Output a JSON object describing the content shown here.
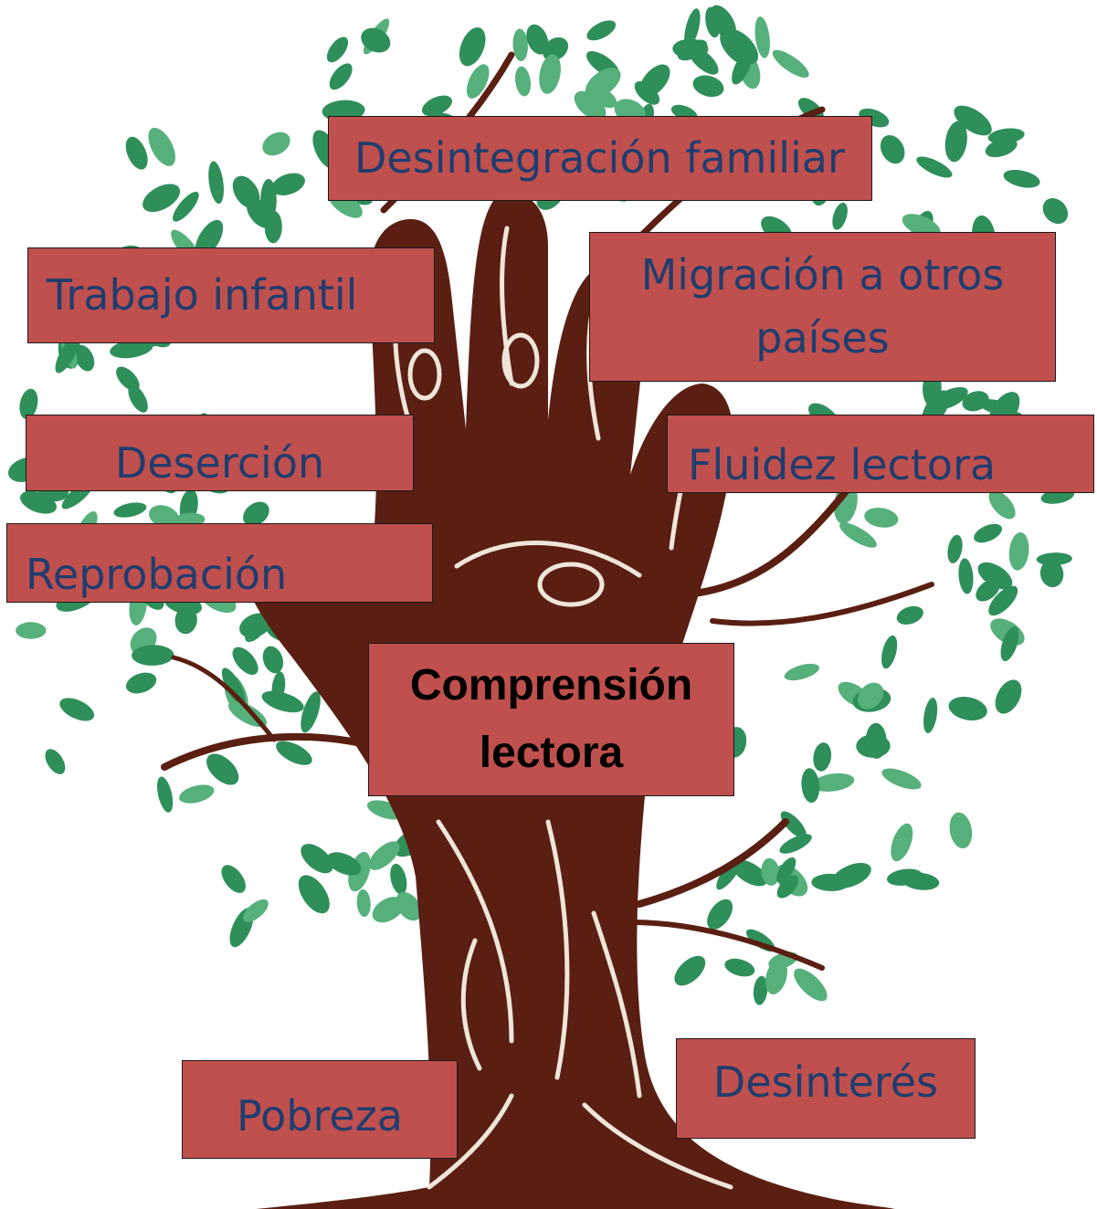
{
  "colors": {
    "box_fill": "#c0504d",
    "label_text": "#1f3d6e",
    "center_text": "#000000",
    "trunk": "#5a1f12",
    "trunk_lines": "#efe6da",
    "leaf": "#2e8f5a",
    "leaf_light": "#56b07c"
  },
  "center": {
    "label": "Comprensión lectora",
    "icon": "tree-hand-illustration"
  },
  "causes": [
    {
      "id": "desintegracion",
      "label": "Desintegración familiar"
    },
    {
      "id": "trabajo",
      "label": "Trabajo infantil"
    },
    {
      "id": "migracion",
      "label": "Migración a otros países"
    },
    {
      "id": "desercion",
      "label": "Deserción"
    },
    {
      "id": "fluidez",
      "label": "Fluidez lectora"
    },
    {
      "id": "reprobacion",
      "label": "Reprobación"
    },
    {
      "id": "pobreza",
      "label": "Pobreza"
    },
    {
      "id": "desinteres",
      "label": "Desinterés"
    }
  ]
}
